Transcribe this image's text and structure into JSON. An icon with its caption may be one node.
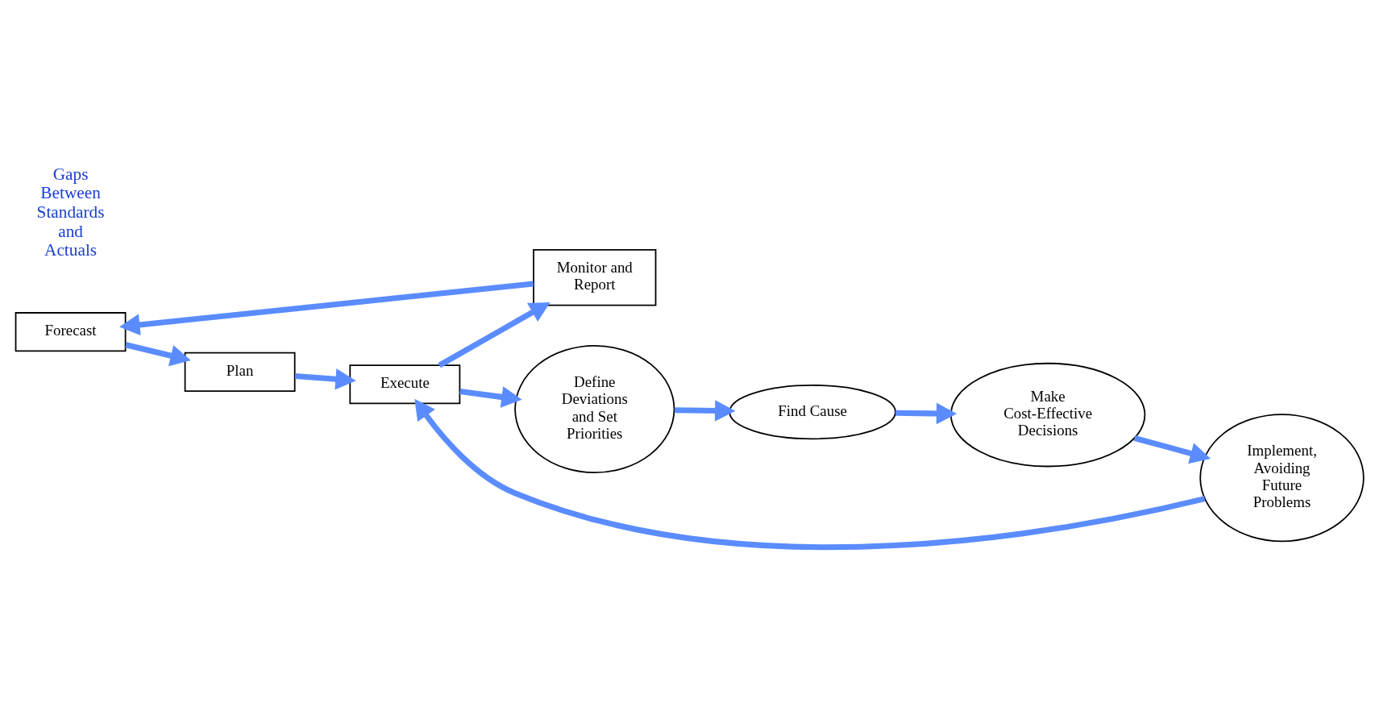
{
  "diagram": {
    "nodes": [
      {
        "text": [
          "Forecast"
        ]
      },
      {
        "text": [
          "Plan"
        ]
      },
      {
        "text": [
          "Execute"
        ]
      },
      {
        "text": [
          "Monitor and Report"
        ]
      },
      {
        "text": [
          "Define Deviations and Set Priorities"
        ]
      },
      {
        "text": [
          "Find Cause"
        ]
      },
      {
        "text": [
          "Make Cost-Effective Decisions"
        ]
      },
      {
        "text": [
          "Implement, Avoiding Future Problems"
        ]
      }
    ],
    "edges": [
      {
        "from": 0,
        "to": 1,
        "arrow": "to"
      },
      {
        "from": 1,
        "to": 2,
        "arrow": "to"
      },
      {
        "from": 2,
        "to": 3,
        "arrow": "to"
      },
      {
        "from": 3,
        "to": 0,
        "arrow": "to"
      },
      {
        "from": 2,
        "to": 4,
        "arrow": "to"
      },
      {
        "from": 4,
        "to": 5,
        "arrow": "to"
      },
      {
        "from": 5,
        "to": 6,
        "arrow": "to"
      },
      {
        "from": 6,
        "to": 7,
        "arrow": "to"
      },
      {
        "from": 7,
        "to": 2,
        "arrow": "to"
      }
    ],
    "labels": [
      "Gaps Between Standards and Actuals"
    ]
  }
}
